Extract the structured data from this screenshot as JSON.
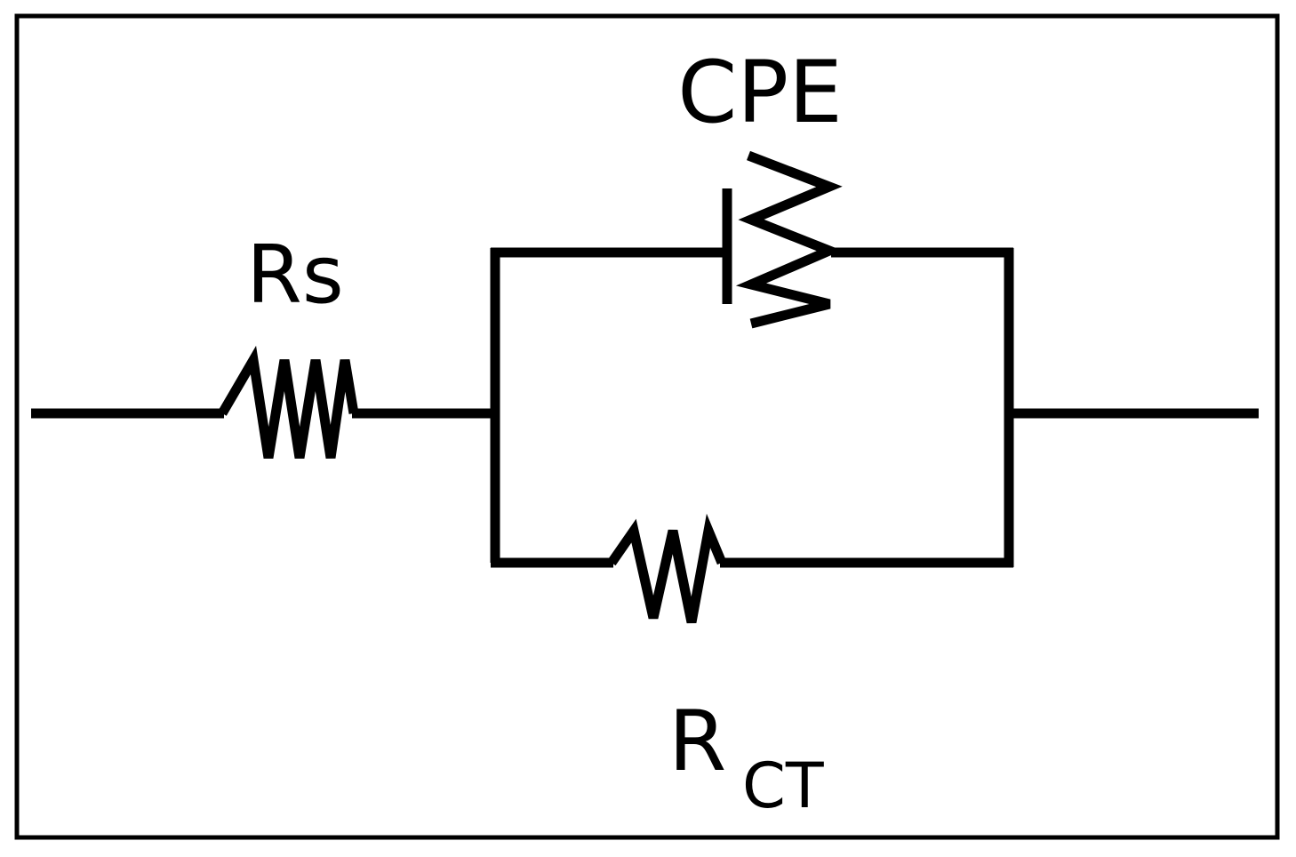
{
  "diagram": {
    "title": "",
    "components": [
      {
        "id": "rs",
        "type": "resistor",
        "label": "Rs"
      },
      {
        "id": "cpe",
        "type": "constant-phase-element",
        "label": "CPE"
      },
      {
        "id": "rct",
        "type": "resistor",
        "label_main": "R",
        "label_sub": "CT"
      }
    ],
    "connections": [
      {
        "from": "input",
        "to": "rs"
      },
      {
        "from": "rs",
        "to": "parallel-node-left"
      },
      {
        "from": "parallel-node-left",
        "to": "cpe"
      },
      {
        "from": "parallel-node-left",
        "to": "rct"
      },
      {
        "from": "cpe",
        "to": "parallel-node-right"
      },
      {
        "from": "rct",
        "to": "parallel-node-right"
      },
      {
        "from": "parallel-node-right",
        "to": "output"
      }
    ],
    "colors": {
      "stroke": "#000000",
      "background": "#ffffff"
    }
  }
}
